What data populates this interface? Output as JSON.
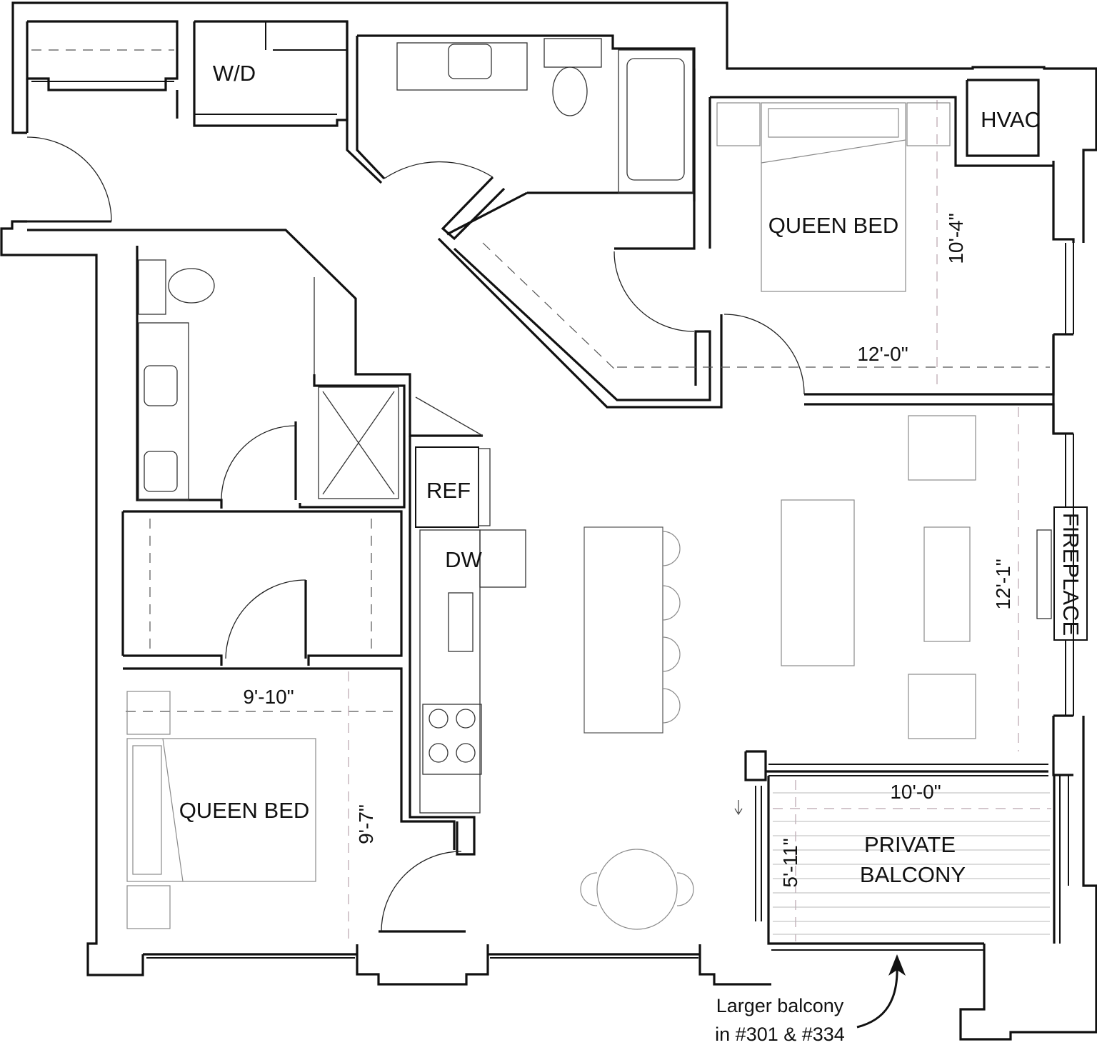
{
  "rooms": {
    "washer_dryer": "W/D",
    "hvac": "HVAC",
    "bedroom_1_bed": "QUEEN BED",
    "bedroom_2_bed": "QUEEN BED",
    "refrigerator": "REF",
    "dishwasher": "DW",
    "fireplace": "FIREPLACE",
    "balcony_line1": "PRIVATE",
    "balcony_line2": "BALCONY"
  },
  "dimensions": {
    "bedroom_1_depth": "10'-4\"",
    "bedroom_1_width": "12'-0\"",
    "living_depth": "12'-1\"",
    "bedroom_2_width": "9'-10\"",
    "bedroom_2_depth": "9'-7\"",
    "balcony_width": "10'-0\"",
    "balcony_depth": "5'-11\""
  },
  "note": {
    "line1": "Larger balcony",
    "line2": "in #301 & #334"
  },
  "colors": {
    "wall": "#111111",
    "furniture": "#8a8a8a",
    "dimension_line": "#b9a3ad"
  }
}
